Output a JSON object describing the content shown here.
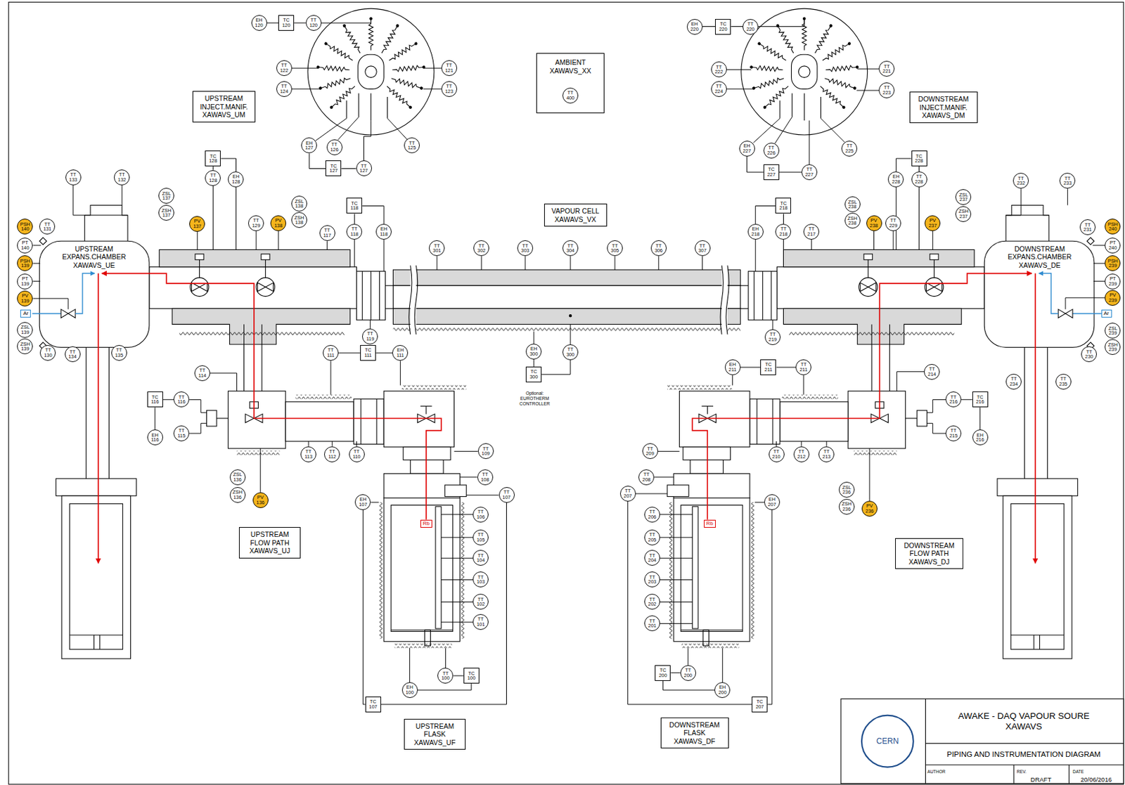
{
  "diagram": {
    "title": "AWAKE - DAQ VAPOUR SOURE XAWAVS",
    "nodes": [
      {
        "text": [
          "EH 120"
        ]
      },
      {
        "text": [
          "TC 120"
        ]
      },
      {
        "text": [
          "TT 120"
        ]
      },
      {
        "text": [
          "TT 122"
        ]
      },
      {
        "text": [
          "TT 124"
        ]
      },
      {
        "text": [
          "TT 121"
        ]
      },
      {
        "text": [
          "TT 123"
        ]
      },
      {
        "text": [
          "EH 127"
        ]
      },
      {
        "text": [
          "TT 126"
        ]
      },
      {
        "text": [
          "TT 125"
        ]
      },
      {
        "text": [
          "TC 127"
        ]
      },
      {
        "text": [
          "TT 127"
        ]
      },
      {
        "text": [
          "UPSTREAM INJECT.MANIF. XAWAVS_UM"
        ]
      },
      {
        "text": [
          "AMBIENT XAWAVS_XX"
        ]
      },
      {
        "text": [
          "TT 400"
        ],
        "in": 13
      },
      {
        "text": [
          "DOWNSTREAM INJECT.MANIF. XAWAVS_DM"
        ]
      },
      {
        "text": [
          "EH 220"
        ]
      },
      {
        "text": [
          "TC 220"
        ]
      },
      {
        "text": [
          "TT 220"
        ]
      },
      {
        "text": [
          "TT 222"
        ]
      },
      {
        "text": [
          "TT 224"
        ]
      },
      {
        "text": [
          "TT 221"
        ]
      },
      {
        "text": [
          "TT 223"
        ]
      },
      {
        "text": [
          "EH 227"
        ]
      },
      {
        "text": [
          "TT 226"
        ]
      },
      {
        "text": [
          "TT 225"
        ]
      },
      {
        "text": [
          "TC 227"
        ]
      },
      {
        "text": [
          "TT 227"
        ]
      },
      {
        "text": [
          "TT 133"
        ]
      },
      {
        "text": [
          "TT 132"
        ]
      },
      {
        "text": [
          "PSH 140"
        ]
      },
      {
        "text": [
          "TT 131"
        ]
      },
      {
        "text": [
          "PT 140"
        ]
      },
      {
        "text": [
          "PSH 139"
        ]
      },
      {
        "text": [
          "PT 139"
        ]
      },
      {
        "text": [
          "PV 139"
        ]
      },
      {
        "text": [
          "Ar"
        ]
      },
      {
        "text": [
          "ZSL 139"
        ]
      },
      {
        "text": [
          "ZSH 139"
        ]
      },
      {
        "text": [
          "TT 130"
        ]
      },
      {
        "text": [
          "TT 134"
        ]
      },
      {
        "text": [
          "TT 135"
        ]
      },
      {
        "text": [
          "ZSL 137"
        ]
      },
      {
        "text": [
          "ZSH 137"
        ]
      },
      {
        "text": [
          "TC 128"
        ]
      },
      {
        "text": [
          "TT 128"
        ]
      },
      {
        "text": [
          "EH 128"
        ]
      },
      {
        "text": [
          "PV 137"
        ]
      },
      {
        "text": [
          "TT 129"
        ]
      },
      {
        "text": [
          "PV 138"
        ]
      },
      {
        "text": [
          "ZSL 138"
        ]
      },
      {
        "text": [
          "ZSH 138"
        ]
      },
      {
        "text": [
          "TT 117"
        ]
      },
      {
        "text": [
          "TC 118"
        ]
      },
      {
        "text": [
          "TT 118"
        ]
      },
      {
        "text": [
          "EH 118"
        ]
      },
      {
        "text": [
          "VAPOUR CELL XAWAVS_VX"
        ]
      },
      {
        "text": [
          "TT 301"
        ]
      },
      {
        "text": [
          "TT 302"
        ]
      },
      {
        "text": [
          "TT 303"
        ]
      },
      {
        "text": [
          "TT 304"
        ]
      },
      {
        "text": [
          "TT 305"
        ]
      },
      {
        "text": [
          "TT 306"
        ]
      },
      {
        "text": [
          "TT 307"
        ]
      },
      {
        "text": [
          "EH 218"
        ]
      },
      {
        "text": [
          "TC 218"
        ]
      },
      {
        "text": [
          "TT 218"
        ]
      },
      {
        "text": [
          "TT 217"
        ]
      },
      {
        "text": [
          "ZSL 238"
        ]
      },
      {
        "text": [
          "ZSH 238"
        ]
      },
      {
        "text": [
          "PV 238"
        ]
      },
      {
        "text": [
          "TT 229"
        ]
      },
      {
        "text": [
          "TC 228"
        ]
      },
      {
        "text": [
          "EH 228"
        ]
      },
      {
        "text": [
          "TT 228"
        ]
      },
      {
        "text": [
          "PV 237"
        ]
      },
      {
        "text": [
          "ZSL 237"
        ]
      },
      {
        "text": [
          "ZSH 237"
        ]
      },
      {
        "text": [
          "TT 232"
        ]
      },
      {
        "text": [
          "TT 233"
        ]
      },
      {
        "text": [
          "TT 231"
        ]
      },
      {
        "text": [
          "PSH 240"
        ]
      },
      {
        "text": [
          "PT 240"
        ]
      },
      {
        "text": [
          "PSH 239"
        ]
      },
      {
        "text": [
          "PT 239"
        ]
      },
      {
        "text": [
          "PV 239"
        ]
      },
      {
        "text": [
          "Ar"
        ]
      },
      {
        "text": [
          "ZSL 239"
        ]
      },
      {
        "text": [
          "ZSH 239"
        ]
      },
      {
        "text": [
          "TT 230"
        ]
      },
      {
        "text": [
          "TT 234"
        ]
      },
      {
        "text": [
          "TT 235"
        ]
      },
      {
        "text": [
          "TT 119"
        ]
      },
      {
        "text": [
          "TT 219"
        ]
      },
      {
        "text": [
          "EH 300"
        ]
      },
      {
        "text": [
          "TT 300"
        ]
      },
      {
        "text": [
          "TC 300"
        ]
      },
      {
        "text": [
          "TT 111"
        ]
      },
      {
        "text": [
          "TC 111"
        ]
      },
      {
        "text": [
          "EH 111"
        ]
      },
      {
        "text": [
          "TT 114"
        ]
      },
      {
        "text": [
          "TC 116"
        ]
      },
      {
        "text": [
          "TT 116"
        ]
      },
      {
        "text": [
          "TT 115"
        ]
      },
      {
        "text": [
          "EH 116"
        ]
      },
      {
        "text": [
          "TT 113"
        ]
      },
      {
        "text": [
          "TT 112"
        ]
      },
      {
        "text": [
          "TT 110"
        ]
      },
      {
        "text": [
          "TT 109"
        ]
      },
      {
        "text": [
          "TT 108"
        ]
      },
      {
        "text": [
          "ZSL 136"
        ]
      },
      {
        "text": [
          "ZSH 136"
        ]
      },
      {
        "text": [
          "PV 136"
        ]
      },
      {
        "text": [
          "TT 107"
        ]
      },
      {
        "text": [
          "EH 107"
        ]
      },
      {
        "text": [
          "TT 106"
        ]
      },
      {
        "text": [
          "TT 105"
        ]
      },
      {
        "text": [
          "TT 104"
        ]
      },
      {
        "text": [
          "TT 103"
        ]
      },
      {
        "text": [
          "TT 102"
        ]
      },
      {
        "text": [
          "TT 101"
        ]
      },
      {
        "text": [
          "Rb"
        ]
      },
      {
        "text": [
          "UPSTREAM FLOW PATH XAWAVS_UJ"
        ]
      },
      {
        "text": [
          "TT 100"
        ]
      },
      {
        "text": [
          "TC 100"
        ]
      },
      {
        "text": [
          "EH 100"
        ]
      },
      {
        "text": [
          "TC 107"
        ]
      },
      {
        "text": [
          "UPSTREAM FLASK XAWAVS_UF"
        ]
      },
      {
        "text": [
          "EH 211"
        ]
      },
      {
        "text": [
          "TC 211"
        ]
      },
      {
        "text": [
          "TT 211"
        ]
      },
      {
        "text": [
          "TT 214"
        ]
      },
      {
        "text": [
          "TT 216"
        ]
      },
      {
        "text": [
          "TC 216"
        ]
      },
      {
        "text": [
          "TT 215"
        ]
      },
      {
        "text": [
          "EH 216"
        ]
      },
      {
        "text": [
          "TT 209"
        ]
      },
      {
        "text": [
          "TT 210"
        ]
      },
      {
        "text": [
          "TT 212"
        ]
      },
      {
        "text": [
          "TT 213"
        ]
      },
      {
        "text": [
          "TT 208"
        ]
      },
      {
        "text": [
          "TT 207"
        ]
      },
      {
        "text": [
          "EH 207"
        ]
      },
      {
        "text": [
          "ZSL 236"
        ]
      },
      {
        "text": [
          "ZSH 236"
        ]
      },
      {
        "text": [
          "PV 236"
        ]
      },
      {
        "text": [
          "TT 206"
        ]
      },
      {
        "text": [
          "TT 205"
        ]
      },
      {
        "text": [
          "TT 204"
        ]
      },
      {
        "text": [
          "TT 203"
        ]
      },
      {
        "text": [
          "TT 202"
        ]
      },
      {
        "text": [
          "TT 201"
        ]
      },
      {
        "text": [
          "Rb"
        ]
      },
      {
        "text": [
          "DOWNSTREAM FLOW PATH XAWAVS_DJ"
        ]
      },
      {
        "text": [
          "TC 200"
        ]
      },
      {
        "text": [
          "TT 200"
        ]
      },
      {
        "text": [
          "EH 200"
        ]
      },
      {
        "text": [
          "TC 207"
        ]
      },
      {
        "text": [
          "DOWNSTREAM FLASK XAWAVS_DF"
        ]
      }
    ],
    "edges": [
      {
        "from": 0,
        "to": 1,
        "arrow": "none"
      },
      {
        "from": 1,
        "to": 2,
        "arrow": "none"
      },
      {
        "from": 7,
        "to": 10,
        "arrow": "none"
      },
      {
        "from": 10,
        "to": 11,
        "arrow": "none"
      },
      {
        "from": 16,
        "to": 17,
        "arrow": "none"
      },
      {
        "from": 17,
        "to": 18,
        "arrow": "none"
      },
      {
        "from": 23,
        "to": 26,
        "arrow": "none"
      },
      {
        "from": 26,
        "to": 27,
        "arrow": "none"
      },
      {
        "from": 44,
        "to": 45,
        "arrow": "none"
      },
      {
        "from": 44,
        "to": 46,
        "arrow": "none"
      },
      {
        "from": 72,
        "to": 74,
        "arrow": "none"
      },
      {
        "from": 72,
        "to": 73,
        "arrow": "none"
      },
      {
        "from": 53,
        "to": 54,
        "arrow": "none"
      },
      {
        "from": 53,
        "to": 55,
        "arrow": "none"
      },
      {
        "from": 65,
        "to": 66,
        "arrow": "none"
      },
      {
        "from": 65,
        "to": 64,
        "arrow": "none"
      },
      {
        "from": 96,
        "to": 94,
        "arrow": "none"
      },
      {
        "from": 96,
        "to": 95,
        "arrow": "none"
      },
      {
        "from": 98,
        "to": 97,
        "arrow": "none"
      },
      {
        "from": 98,
        "to": 99,
        "arrow": "none"
      },
      {
        "from": 129,
        "to": 128,
        "arrow": "none"
      },
      {
        "from": 129,
        "to": 130,
        "arrow": "none"
      },
      {
        "from": 101,
        "to": 102,
        "arrow": "none"
      },
      {
        "from": 101,
        "to": 104,
        "arrow": "none"
      },
      {
        "from": 133,
        "to": 132,
        "arrow": "none"
      },
      {
        "from": 133,
        "to": 135,
        "arrow": "none"
      },
      {
        "from": 124,
        "to": 123,
        "arrow": "none"
      },
      {
        "from": 124,
        "to": 125,
        "arrow": "none"
      },
      {
        "from": 126,
        "to": 114,
        "arrow": "none"
      },
      {
        "from": 126,
        "to": 113,
        "arrow": "none"
      },
      {
        "from": 154,
        "to": 155,
        "arrow": "none"
      },
      {
        "from": 154,
        "to": 156,
        "arrow": "none"
      },
      {
        "from": 157,
        "to": 142,
        "arrow": "none"
      },
      {
        "from": 157,
        "to": 141,
        "arrow": "none"
      }
    ],
    "labels": [
      "UPSTREAM EXPANS.CHAMBER XAWAVS_UE",
      "DOWNSTREAM EXPANS.CHAMBER XAWAVS_DE",
      "Optional: EUROTHERM CONTROLLER",
      "CERN",
      "PIPING AND INSTRUMENTATION DIAGRAM",
      "AUTHOR",
      "REV.",
      "DRAFT",
      "DATE",
      "20/06/2016"
    ]
  }
}
